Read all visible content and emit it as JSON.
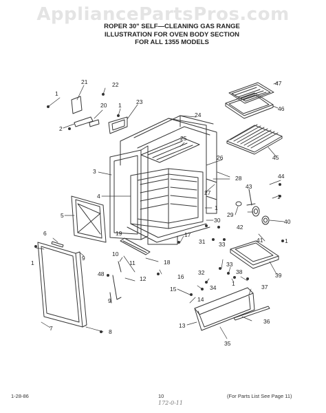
{
  "watermark": "AppliancePartsPros.com",
  "title": {
    "line1": "ROPER 30\" SELF—CLEANING GAS RANGE",
    "line2": "ILLUSTRATION FOR OVEN BODY SECTION",
    "line3": "FOR ALL 1355 MODELS"
  },
  "callouts": [
    "1",
    "2",
    "3",
    "4",
    "5",
    "6",
    "7",
    "8",
    "9",
    "10",
    "11",
    "12",
    "13",
    "14",
    "15",
    "16",
    "17",
    "18",
    "19",
    "20",
    "21",
    "22",
    "23",
    "24",
    "25",
    "26",
    "27",
    "28",
    "29",
    "30",
    "31",
    "32",
    "33",
    "34",
    "35",
    "36",
    "37",
    "38",
    "39",
    "40",
    "41",
    "42",
    "43",
    "44",
    "45",
    "46",
    "47",
    "48"
  ],
  "footer": {
    "date": "1-28-86",
    "page": "10",
    "handwritten": "172-0-11",
    "note": "(For Parts List See Page 11)"
  }
}
